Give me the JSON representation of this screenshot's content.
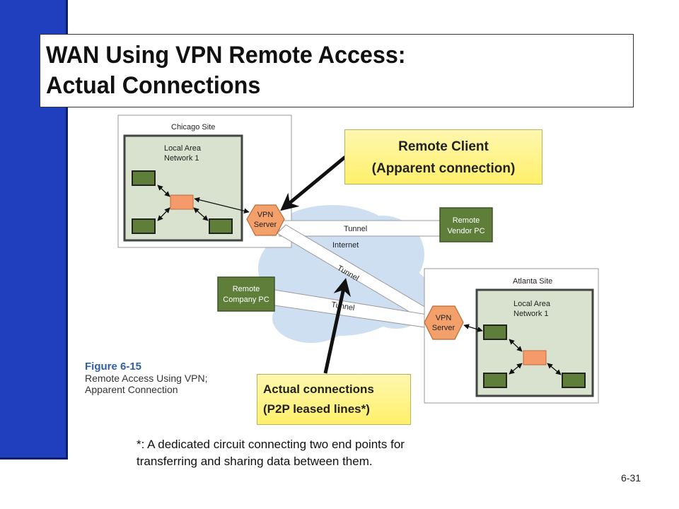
{
  "slide": {
    "title_line1": "WAN Using VPN Remote Access:",
    "title_line2": "Actual Connections",
    "page_number": "6-31"
  },
  "diagram": {
    "chicago_site_label": "Chicago Site",
    "chicago_lan_line1": "Local Area",
    "chicago_lan_line2": "Network 1",
    "chicago_vpn_line1": "VPN",
    "chicago_vpn_line2": "Server",
    "atlanta_site_label": "Atlanta Site",
    "atlanta_lan_line1": "Local Area",
    "atlanta_lan_line2": "Network 1",
    "atlanta_vpn_line1": "VPN",
    "atlanta_vpn_line2": "Server",
    "internet_label": "Internet",
    "tunnel_label_top": "Tunnel",
    "tunnel_label_diag": "Tunnel",
    "tunnel_label_bottom": "Tunnel",
    "vendor_pc_line1": "Remote",
    "vendor_pc_line2": "Vendor PC",
    "company_pc_line1": "Remote",
    "company_pc_line2": "Company PC",
    "figure_number": "Figure 6-15",
    "figure_caption_line1": "Remote Access Using VPN;",
    "figure_caption_line2": "Apparent Connection"
  },
  "callouts": {
    "remote_client_line1": "Remote Client",
    "remote_client_line2": "(Apparent connection)",
    "actual_line1": "Actual connections",
    "actual_line2": "(P2P leased lines*)"
  },
  "footnote": {
    "line1": "*: A dedicated circuit connecting two end points for",
    "line2": "transferring and sharing data between them."
  },
  "colors": {
    "sidebar": "#1f3fbf",
    "callout_fill": "#fff06a",
    "site_fill": "#d9e2cf",
    "pc_fill": "#5e7e3a",
    "vpn_fill": "#f4a06a",
    "switch_fill": "#f59a6a",
    "cloud_fill": "#cfdff2"
  }
}
